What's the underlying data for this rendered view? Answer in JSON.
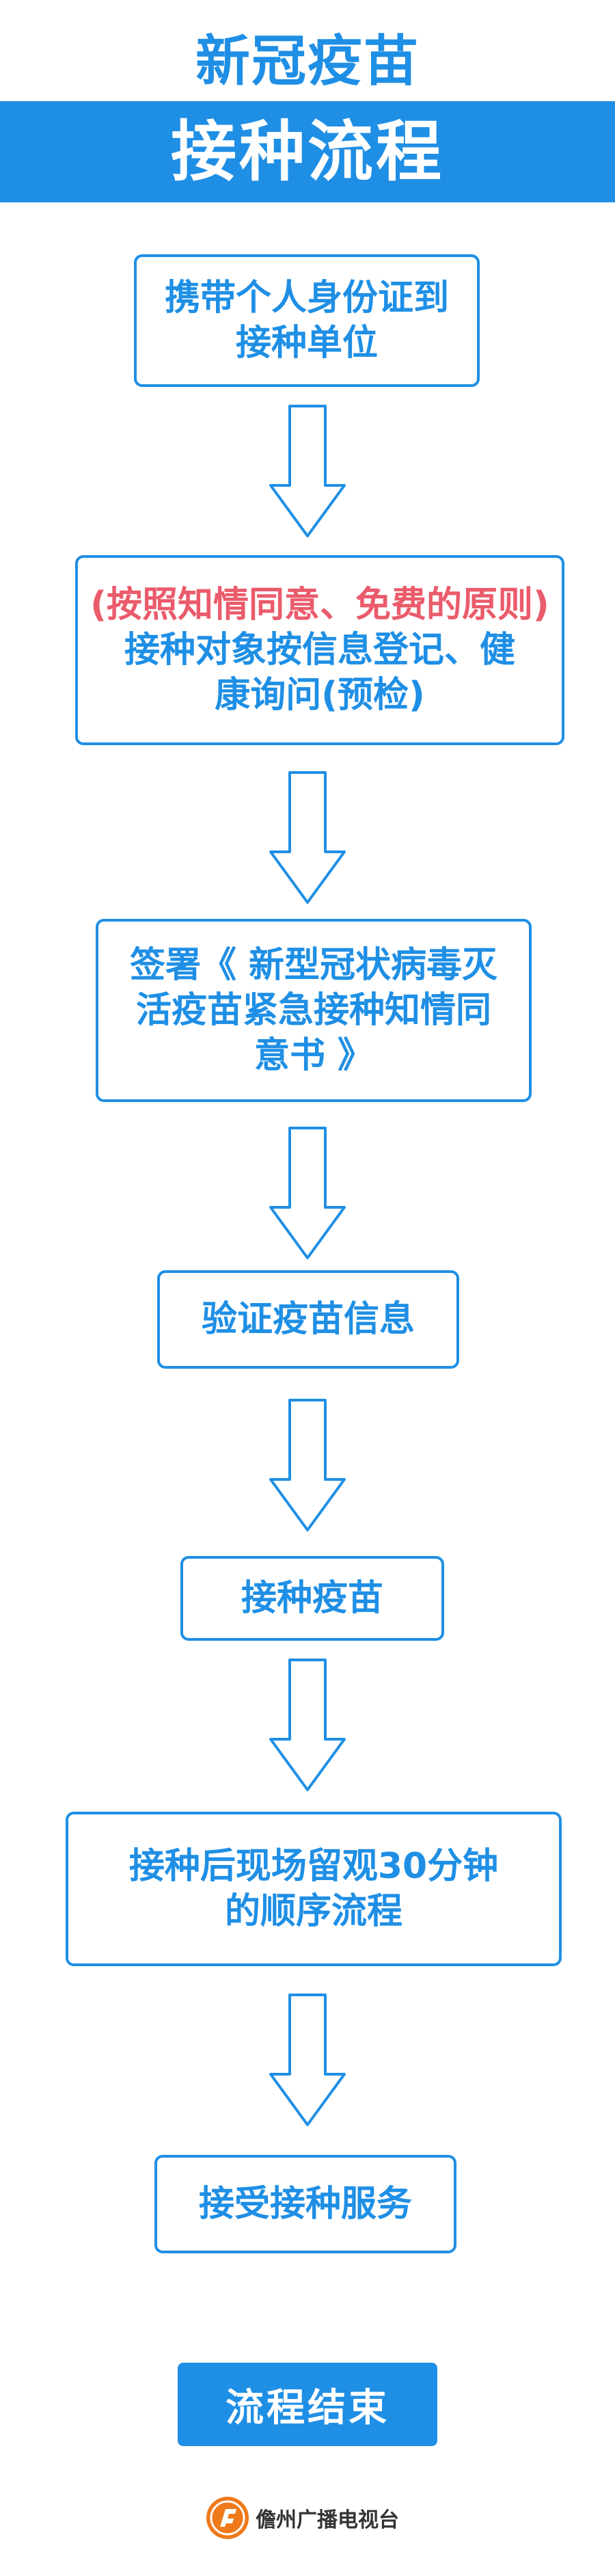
{
  "header": {
    "title_top": "新冠疫苗",
    "title_banner": "接种流程"
  },
  "steps": [
    {
      "lines": [
        "携带个人身份证到",
        "接种单位"
      ]
    },
    {
      "note": "(按照知情同意、免费的原则)",
      "lines": [
        "接种对象按信息登记、健",
        "康询问(预检)"
      ]
    },
    {
      "lines": [
        "签署《 新型冠状病毒灭",
        "活疫苗紧急接种知情同",
        "意书 》"
      ]
    },
    {
      "lines": [
        "验证疫苗信息"
      ]
    },
    {
      "lines": [
        "接种疫苗"
      ]
    },
    {
      "lines": [
        "接种后现场留观30分钟",
        "的顺序流程"
      ]
    },
    {
      "lines": [
        "接受接种服务"
      ]
    }
  ],
  "end": {
    "label": "流程结束"
  },
  "footer": {
    "org_name": "儋州广播电视台",
    "logo_icon": "tv-station-logo-icon"
  },
  "colors": {
    "primary": "#1f8fe5",
    "note": "#ea5b6b",
    "background": "#ffffff"
  }
}
